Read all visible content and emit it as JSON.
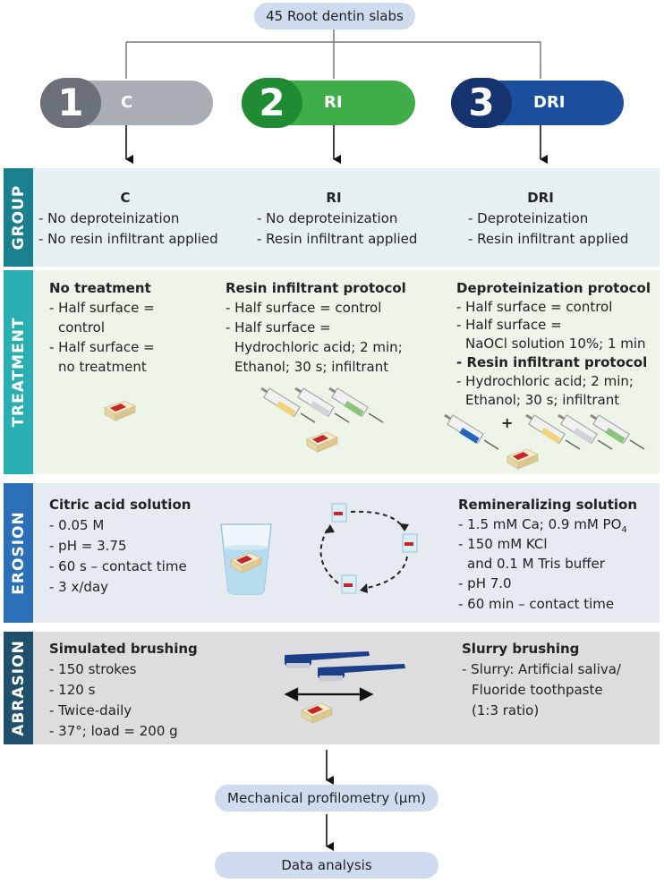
{
  "top": {
    "label": "45 Root dentin slabs"
  },
  "groups_top": [
    {
      "number": "1",
      "label": "C",
      "color": "#a9aeb4",
      "dark": "#6b7178"
    },
    {
      "number": "2",
      "label": "RI",
      "color": "#3fae49",
      "dark": "#1f8c33"
    },
    {
      "number": "3",
      "label": "DRI",
      "color": "#1b4f9e",
      "dark": "#14336f"
    }
  ],
  "sections": {
    "group": "GROUP",
    "treatment": "TREATMENT",
    "erosion": "EROSION",
    "abrasion": "ABRASION"
  },
  "group": {
    "c": {
      "title": "C",
      "lines": [
        "- No deproteinization",
        "- No resin infiltrant applied"
      ]
    },
    "ri": {
      "title": "RI",
      "lines": [
        "- No deproteinization",
        "- Resin infiltrant applied"
      ]
    },
    "dri": {
      "title": "DRI",
      "lines": [
        "- Deproteinization",
        "- Resin infiltrant applied"
      ]
    }
  },
  "treatment": {
    "c": {
      "title": "No treatment",
      "lines": [
        "- Half surface =",
        "control",
        "- Half surface =",
        "no treatment"
      ]
    },
    "ri": {
      "title": "Resin infiltrant protocol",
      "lines": [
        "- Half surface = control",
        "- Half surface =",
        "Hydrochloric acid; 2 min;",
        "Ethanol; 30 s; infiltrant"
      ]
    },
    "dri": {
      "title": "Deproteinization protocol",
      "lines": [
        "- Half surface = control",
        "- Half surface =",
        "NaOCl solution 10%; 1 min"
      ],
      "subtitle": "- Resin infiltrant protocol",
      "lines2": [
        "- Hydrochloric acid; 2 min;",
        "Ethanol; 30 s; infiltrant"
      ],
      "plus": "+"
    }
  },
  "erosion": {
    "left": {
      "title": "Citric acid solution",
      "lines": [
        "- 0.05 M",
        "- pH = 3.75",
        "- 60 s – contact time",
        "- 3 x/day"
      ]
    },
    "right": {
      "title": "Remineralizing solution",
      "line1": "- 1.5 mM Ca; 0.9 mM PO",
      "line1_sub": "4",
      "lines": [
        "- 150 mM KCl",
        "and 0.1 M Tris buffer",
        "- pH 7.0",
        "- 60 min – contact time"
      ]
    }
  },
  "abrasion": {
    "left": {
      "title": "Simulated brushing",
      "lines": [
        "- 150 strokes",
        "- 120 s",
        "- Twice-daily",
        "- 37°; load = 200 g"
      ]
    },
    "right": {
      "title": "Slurry brushing",
      "lines": [
        "- Slurry: Artificial saliva/",
        "Fluoride toothpaste",
        "(1:3 ratio)"
      ]
    }
  },
  "bottom": {
    "profilometry": "Mechanical profilometry (μm)",
    "analysis": "Data analysis"
  }
}
